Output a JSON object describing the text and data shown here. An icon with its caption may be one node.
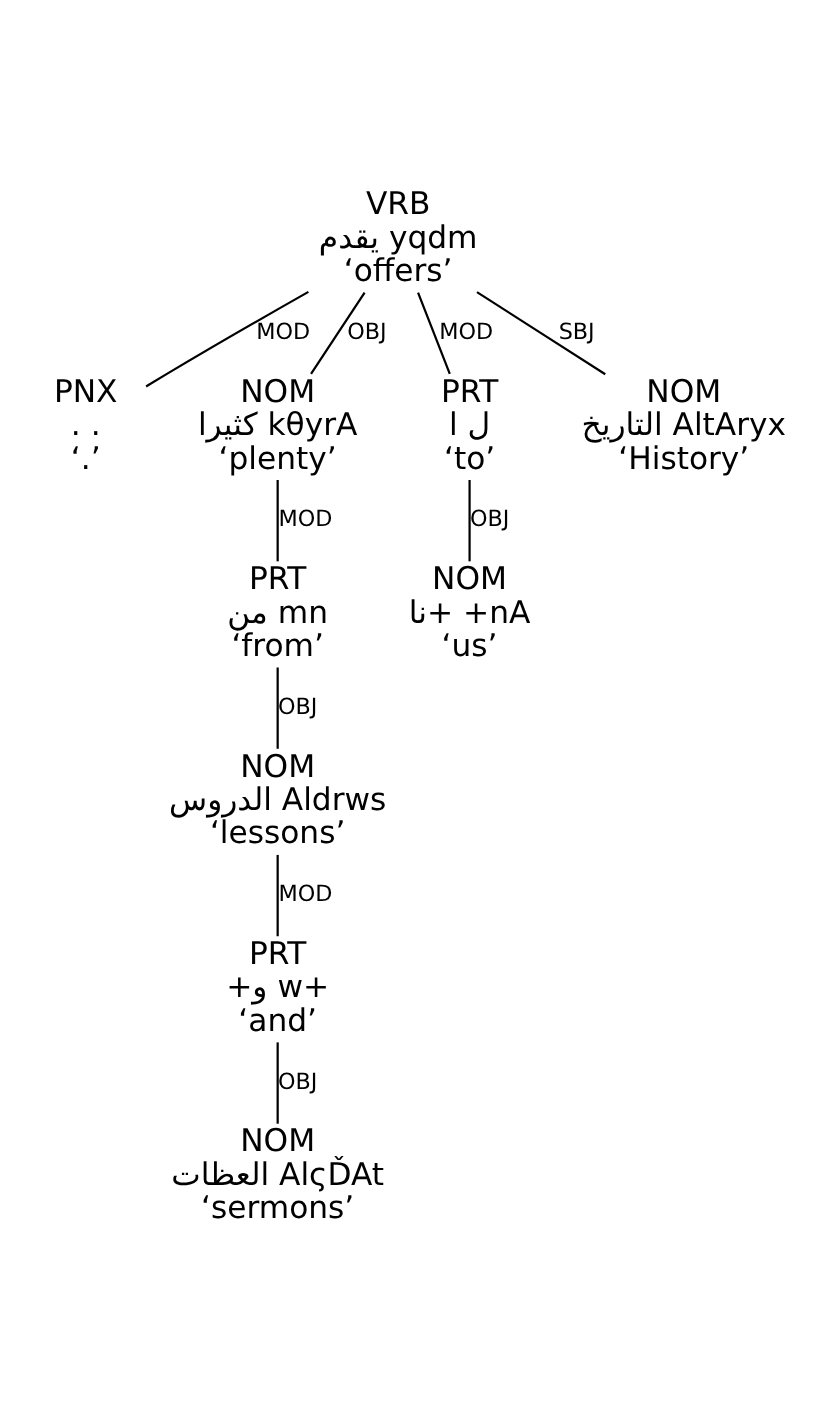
{
  "diagram": {
    "nodes": [
      {
        "text": [
          "VRB",
          "يقدم yqdm",
          "‘offers’"
        ]
      },
      {
        "text": [
          "PNX",
          ". .",
          "‘.’"
        ]
      },
      {
        "text": [
          "NOM",
          "كثيرا kθyrA",
          "‘plenty’"
        ]
      },
      {
        "text": [
          "PRT",
          "من mn",
          "‘from’"
        ]
      },
      {
        "text": [
          "NOM",
          "الدروس Aldrws",
          "‘lessons’"
        ]
      },
      {
        "text": [
          "PRT",
          "+و w+",
          "‘and’"
        ]
      },
      {
        "text": [
          "NOM",
          "العظات AlςĎAt",
          "‘sermons’"
        ]
      },
      {
        "text": [
          "PRT",
          "l ل",
          "‘to’"
        ]
      },
      {
        "text": [
          "NOM",
          "نا+ +nA",
          "‘us’"
        ]
      },
      {
        "text": [
          "NOM",
          "التاريخ AltAryx",
          "‘History’"
        ]
      }
    ],
    "edges": [
      {
        "from": 0,
        "to": 1,
        "arrow": "none",
        "label": "MOD"
      },
      {
        "from": 0,
        "to": 2,
        "arrow": "none",
        "label": "OBJ"
      },
      {
        "from": 0,
        "to": 7,
        "arrow": "none",
        "label": "MOD"
      },
      {
        "from": 0,
        "to": 9,
        "arrow": "none",
        "label": "SBJ"
      },
      {
        "from": 2,
        "to": 3,
        "arrow": "none",
        "label": "MOD"
      },
      {
        "from": 3,
        "to": 4,
        "arrow": "none",
        "label": "OBJ"
      },
      {
        "from": 4,
        "to": 5,
        "arrow": "none",
        "label": "MOD"
      },
      {
        "from": 5,
        "to": 6,
        "arrow": "none",
        "label": "OBJ"
      },
      {
        "from": 7,
        "to": 8,
        "arrow": "none",
        "label": "OBJ"
      }
    ]
  }
}
